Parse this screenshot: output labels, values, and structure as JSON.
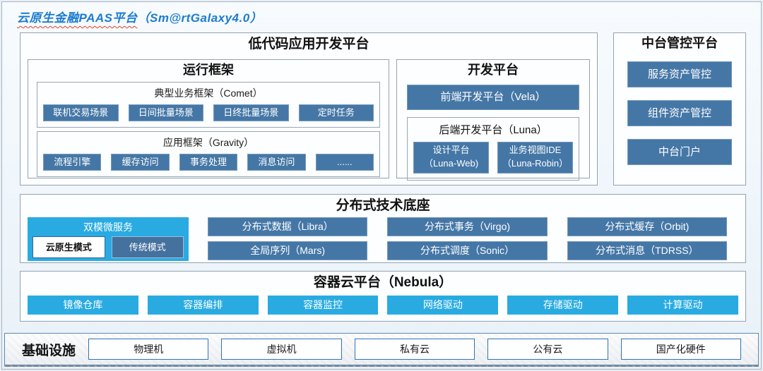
{
  "title": {
    "zh": "云原生金融PAAS平台",
    "en": "（Sm@rtGalaxy4.0）"
  },
  "colors": {
    "steel_blue": "#4577a6",
    "cyan": "#29abe2",
    "title_blue": "#1b7bd0",
    "underline_red": "#e33f2b"
  },
  "low_code": {
    "title": "低代码应用开发平台",
    "runtime": {
      "title": "运行框架",
      "comet": {
        "title": "典型业务框架（Comet）",
        "items": [
          "联机交易场景",
          "日间批量场景",
          "日终批量场景",
          "定时任务"
        ]
      },
      "gravity": {
        "title": "应用框架（Gravity）",
        "items": [
          "流程引擎",
          "缓存访问",
          "事务处理",
          "消息访问",
          "......"
        ]
      }
    },
    "dev": {
      "title": "开发平台",
      "vela": "前端开发平台（Vela）",
      "luna": {
        "title": "后端开发平台（Luna）",
        "items": [
          {
            "line1": "设计平台",
            "line2": "（Luna-Web)"
          },
          {
            "line1": "业务视图IDE",
            "line2": "（Luna-Robin）"
          }
        ]
      }
    }
  },
  "midplatform": {
    "title": "中台管控平台",
    "items": [
      "服务资产管控",
      "组件资产管控",
      "中台门户"
    ]
  },
  "distributed": {
    "title": "分布式技术底座",
    "dual_mode": {
      "title": "双模微服务",
      "cloud_native": "云原生模式",
      "traditional": "传统模式"
    },
    "grid": [
      "分布式数据（Libra）",
      "分布式事务（Virgo)",
      "分布式缓存（Orbit)",
      "全局序列（Mars)",
      "分布式调度（Sonic）",
      "分布式消息（TDRSS）"
    ]
  },
  "container_cloud": {
    "title": "容器云平台（Nebula）",
    "items": [
      "镜像仓库",
      "容器编排",
      "容器监控",
      "网络驱动",
      "存储驱动",
      "计算驱动"
    ]
  },
  "infrastructure": {
    "title": "基础设施",
    "items": [
      "物理机",
      "虚拟机",
      "私有云",
      "公有云",
      "国产化硬件"
    ]
  }
}
